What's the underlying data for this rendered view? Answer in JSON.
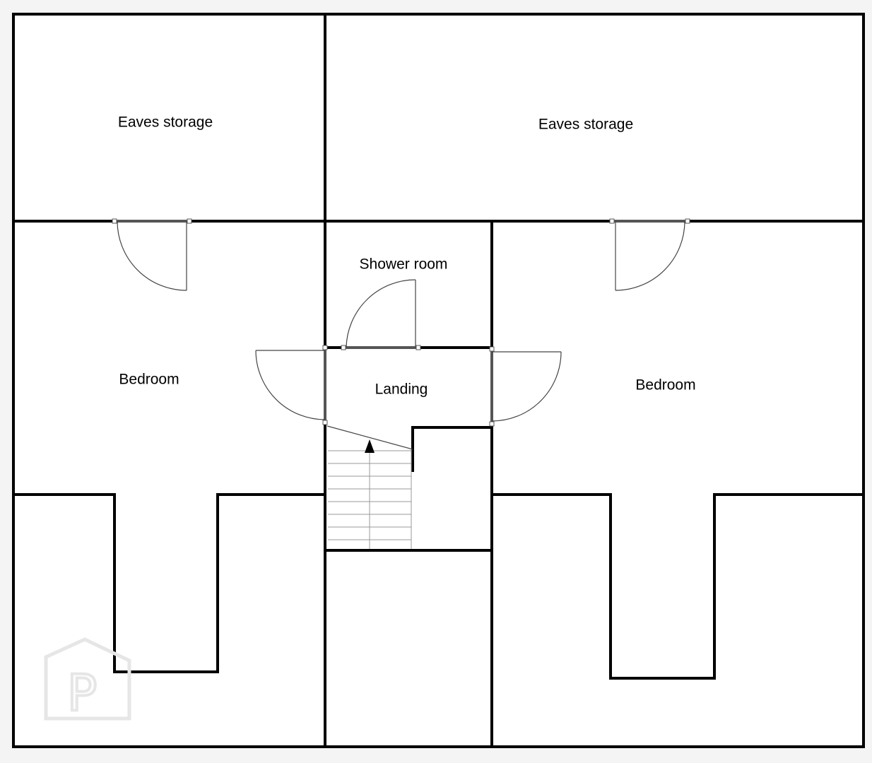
{
  "rooms": {
    "eaves_storage_left": "Eaves storage",
    "eaves_storage_right": "Eaves storage",
    "shower_room": "Shower room",
    "bedroom_left": "Bedroom",
    "landing": "Landing",
    "bedroom_right": "Bedroom"
  },
  "watermark": {
    "text": "P"
  },
  "colors": {
    "wall": "#000000",
    "background": "#f4f4f4",
    "fill": "#ffffff"
  }
}
